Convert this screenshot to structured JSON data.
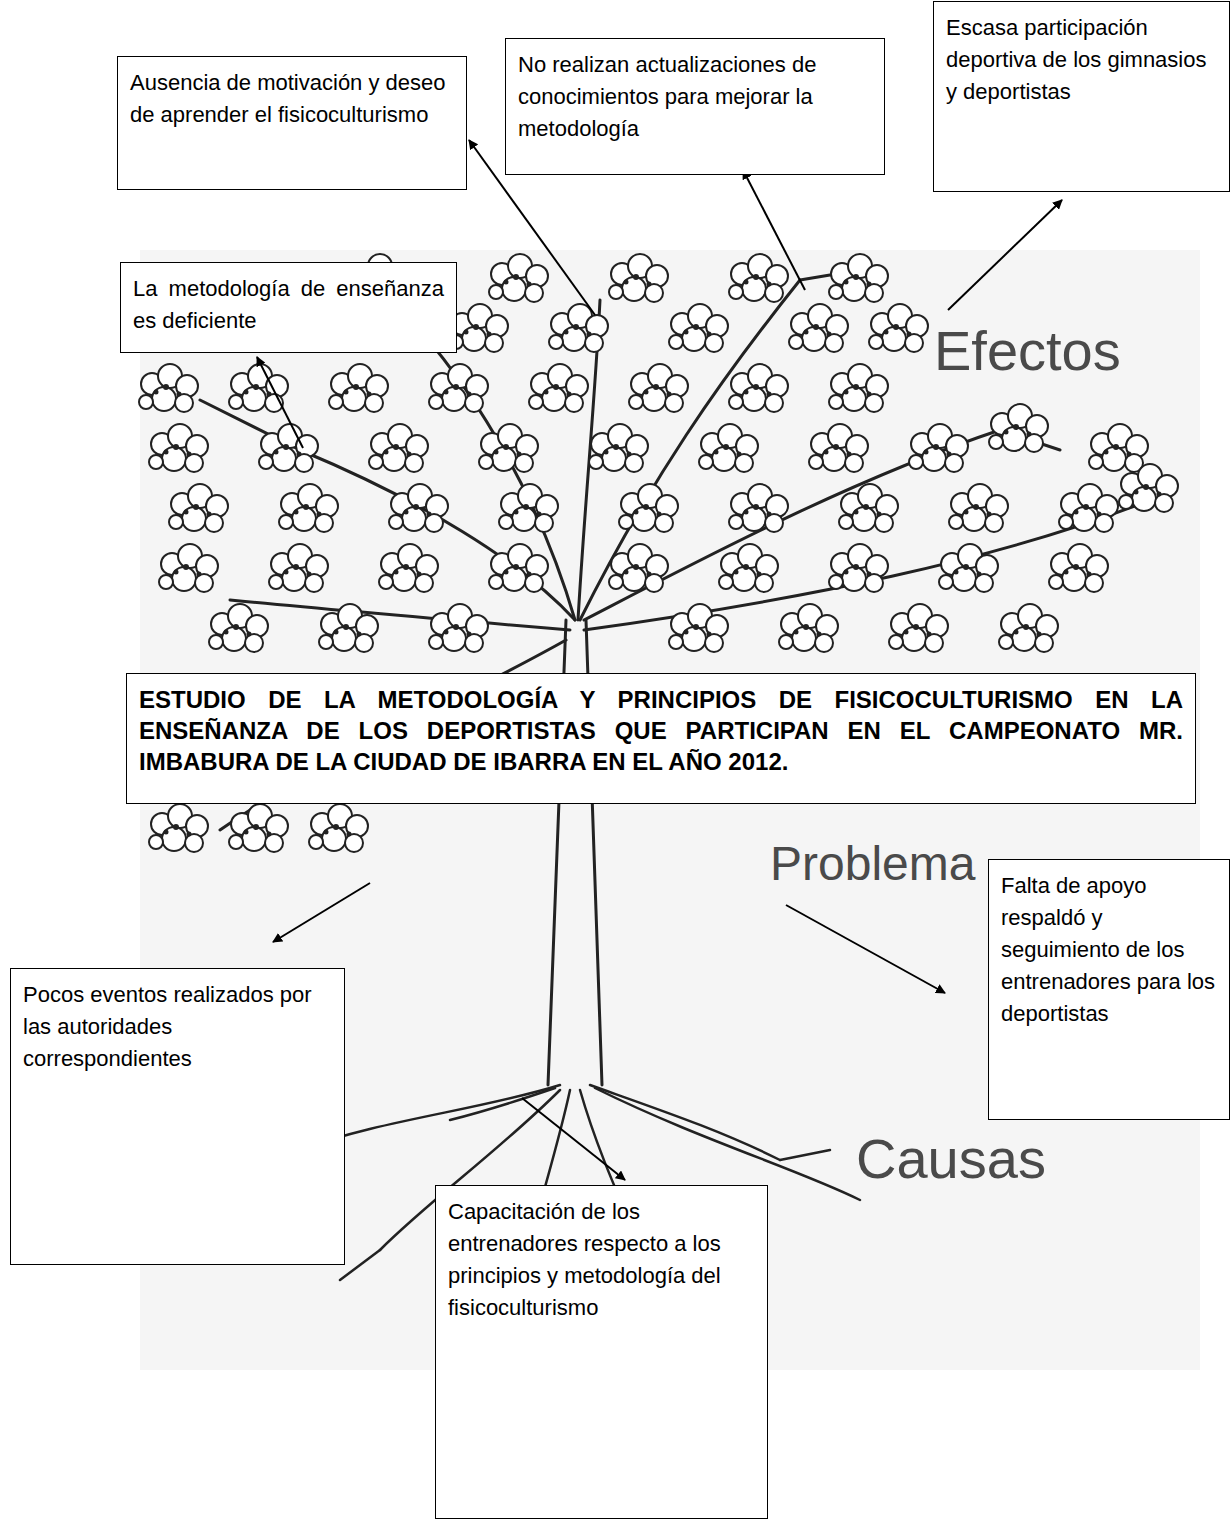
{
  "diagram": {
    "nodes": [
      {
        "text": [
          "Ausencia de motivación y deseo de aprender el fisicoculturismo"
        ]
      },
      {
        "text": [
          "No realizan actualizaciones de conocimientos para mejorar la metodología"
        ]
      },
      {
        "text": [
          "Escasa participación deportiva de los gimnasios y deportistas"
        ]
      },
      {
        "text": [
          "La metodología de enseñanza es deficiente"
        ]
      },
      {
        "text": [
          "ESTUDIO DE LA METODOLOGÍA Y PRINCIPIOS DE FISICOCULTURISMO EN LA ENSEÑANZA DE LOS DEPORTISTAS QUE PARTICIPAN EN EL CAMPEONATO MR. IMBABURA DE LA CIUDAD DE IBARRA EN EL AÑO 2012."
        ]
      },
      {
        "text": [
          "Falta de apoyo respaldó y seguimiento de los entrenadores para los deportistas"
        ]
      },
      {
        "text": [
          "Pocos eventos realizados por las autoridades correspondientes"
        ]
      },
      {
        "text": [
          "Capacitación de los entrenadores respecto a los principios y metodología del fisicoculturismo"
        ]
      }
    ],
    "labels": [
      "Efectos",
      "Problema",
      "Causas"
    ]
  }
}
